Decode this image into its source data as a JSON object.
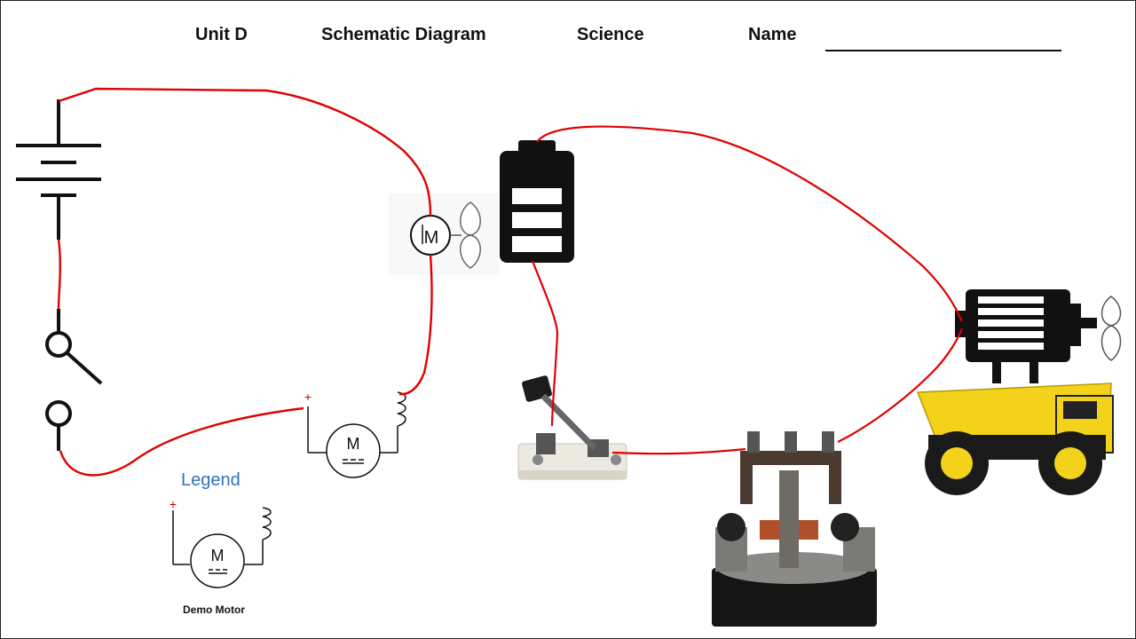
{
  "header": {
    "unit": "Unit D",
    "title": "Schematic Diagram",
    "subject": "Science",
    "name_label": "Name"
  },
  "legend": {
    "title": "Legend",
    "item_label": "Demo Motor",
    "plus": "+",
    "motor_letter": "M"
  },
  "schematic": {
    "motor_letter": "M",
    "fan_motor_letter": "M"
  },
  "colors": {
    "wire": "#e00000",
    "legend_title": "#2e75b6",
    "truck_yellow": "#f2d21b",
    "icon_black": "#111111"
  },
  "icons": [
    "battery-cell-symbol",
    "switch-symbol",
    "fan-motor-symbol",
    "dc-motor-symbol",
    "battery-icon",
    "knife-switch-photo",
    "demo-motor-photo",
    "motor-icon",
    "dump-truck-image"
  ]
}
